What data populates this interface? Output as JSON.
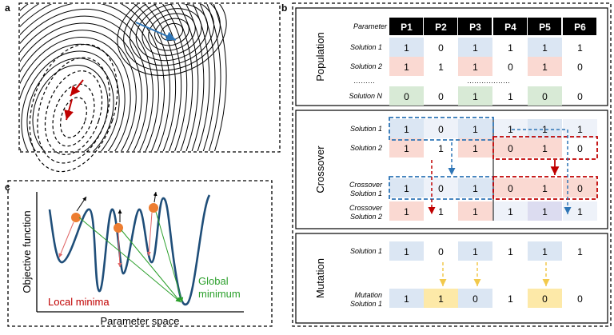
{
  "panel_a": {
    "letter": "a"
  },
  "panel_b": {
    "letter": "b",
    "header": {
      "label": "Parameter",
      "columns": [
        "P1",
        "P2",
        "P3",
        "P4",
        "P5",
        "P6"
      ]
    },
    "population": {
      "title": "Population",
      "rows": [
        {
          "label": "Solution 1",
          "values": [
            "1",
            "0",
            "1",
            "1",
            "1",
            "1"
          ]
        },
        {
          "label": "Solution 2",
          "values": [
            "1",
            "1",
            "1",
            "0",
            "1",
            "0"
          ]
        },
        {
          "label": "Solution N",
          "values": [
            "0",
            "0",
            "1",
            "1",
            "0",
            "0"
          ]
        }
      ],
      "ellipsis_left": "………",
      "ellipsis_mid": "………………"
    },
    "crossover": {
      "title": "Crossover",
      "rows": [
        {
          "label": "Solution 1",
          "values": [
            "1",
            "0",
            "1",
            "1",
            "1",
            "1"
          ]
        },
        {
          "label": "Solution 2",
          "values": [
            "1",
            "1",
            "1",
            "0",
            "1",
            "0"
          ]
        },
        {
          "label": "Crossover\nSolution 1",
          "values": [
            "1",
            "0",
            "1",
            "0",
            "1",
            "0"
          ]
        },
        {
          "label": "Crossover\nSolution 2",
          "values": [
            "1",
            "1",
            "1",
            "1",
            "1",
            "1"
          ]
        }
      ]
    },
    "mutation": {
      "title": "Mutation",
      "rows": [
        {
          "label": "Solution 1",
          "values": [
            "1",
            "0",
            "1",
            "1",
            "1",
            "1"
          ]
        },
        {
          "label": "Mutation\nSolution 1",
          "values": [
            "1",
            "1",
            "0",
            "1",
            "0",
            "0"
          ]
        }
      ]
    }
  },
  "panel_c": {
    "letter": "c",
    "xlabel": "Parameter space",
    "ylabel": "Objective function",
    "local_label": "Local minima",
    "global_label_1": "Global",
    "global_label_2": "minimum"
  },
  "colors": {
    "blue_cell": "#dbe6f3",
    "pink_cell": "#fad9d2",
    "green_cell": "#d8ead6",
    "yellow_cell": "#fde9a8",
    "lavender_cell": "#dcdcf0",
    "light_cell": "#eef2f9",
    "blue_dash": "#2e75b6",
    "red_dash": "#c00000",
    "curve": "#1f4e79",
    "ball": "#ed7d31",
    "green_arrow": "#2ca02c"
  }
}
